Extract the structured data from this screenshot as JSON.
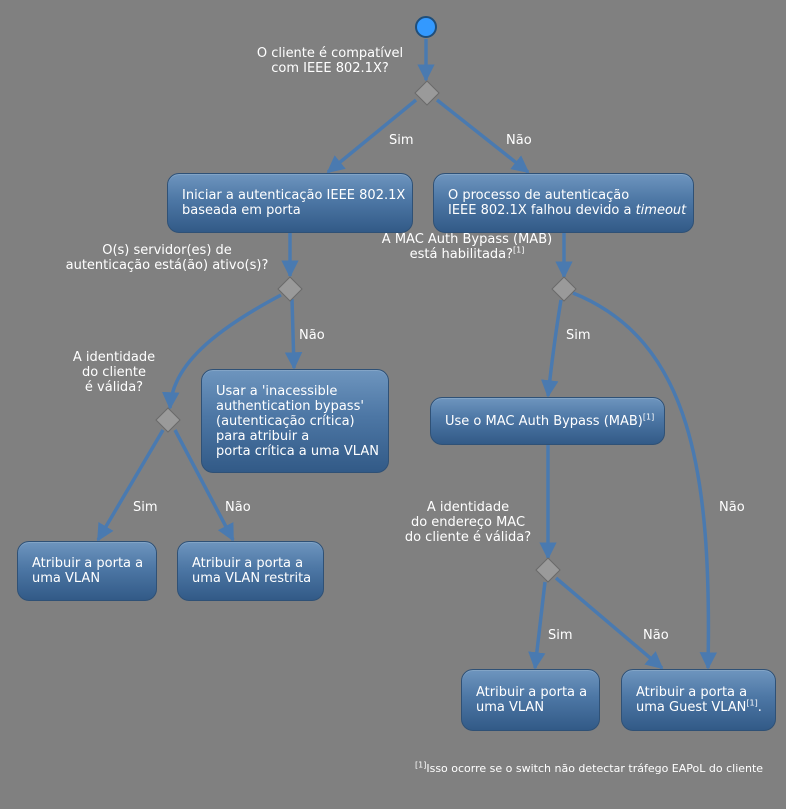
{
  "colors": {
    "background": "#808080",
    "start": "#3399ff",
    "edge": "#4a7ab0",
    "decision": "#9a9a9a"
  },
  "questions": {
    "ieee_compat": [
      "O cliente é compatível",
      "com IEEE 802.1X?"
    ],
    "servers_active": [
      "O(s) servidor(es) de",
      "autenticação está(ão) ativo(s)?"
    ],
    "mab_enabled": [
      "A MAC Auth Bypass (MAB)",
      "está habilitada?"
    ],
    "client_identity": [
      "A identidade",
      "do cliente",
      "é válida?"
    ],
    "mac_identity": [
      "A identidade",
      "do endereço MAC",
      "do cliente é válida?"
    ]
  },
  "nodes": {
    "start_auth": [
      "Iniciar a autenticação IEEE 802.1X",
      "baseada em porta"
    ],
    "timeout": {
      "line1": "O processo de autenticação",
      "line2_prefix": "IEEE 802.1X falhou devido a ",
      "line2_em": "timeout"
    },
    "inaccessible": [
      "Usar a 'inacessible",
      "authentication bypass'",
      "(autenticação crítica)",
      "para atribuir a",
      "porta crítica a uma VLAN"
    ],
    "use_mab": "Use o MAC Auth Bypass (MAB)",
    "assign_vlan_1": [
      "Atribuir a porta a",
      "uma VLAN"
    ],
    "assign_restricted": [
      "Atribuir a porta a",
      "uma VLAN restrita"
    ],
    "assign_vlan_2": [
      "Atribuir a porta a",
      "uma VLAN"
    ],
    "assign_guest": {
      "line1": "Atribuir a porta a",
      "line2": "uma Guest VLAN",
      "line2_suffix": "."
    }
  },
  "edge_labels": {
    "yes": "Sim",
    "no": "Não"
  },
  "footnote": {
    "mark": "[1]",
    "text": "Isso ocorre se o switch não detectar tráfego EAPoL do cliente"
  }
}
